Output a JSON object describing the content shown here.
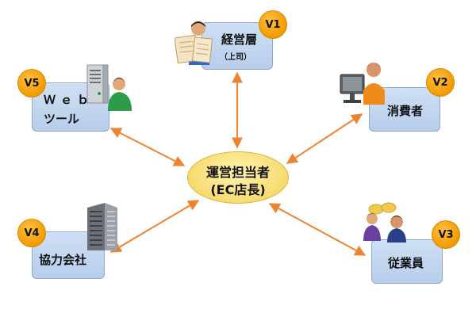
{
  "center": {
    "line1": "運営担当者",
    "line2": "(EC店長)"
  },
  "nodes": {
    "v1": {
      "badge": "V1",
      "label": "経営層",
      "sublabel": "（上司）"
    },
    "v2": {
      "badge": "V2",
      "label": "消費者"
    },
    "v3": {
      "badge": "V3",
      "label": "従業員"
    },
    "v4": {
      "badge": "V4",
      "label": "協力会社"
    },
    "v5": {
      "badge": "V5",
      "label_line1": "Ｗｅｂ",
      "label_line2": "ツール"
    }
  },
  "colors": {
    "node_fill": "#c4d7ef",
    "node_border": "#8fa9cf",
    "badge_fill": "#f7a81c",
    "center_fill": "#f7d96a",
    "arrow": "#ee8330"
  },
  "icons": {
    "v1": "person-reading-newspaper-icon",
    "v2": "person-at-computer-icon",
    "v3": "two-people-talking-icon",
    "v4": "office-building-icon",
    "v5": "person-with-server-icon"
  }
}
